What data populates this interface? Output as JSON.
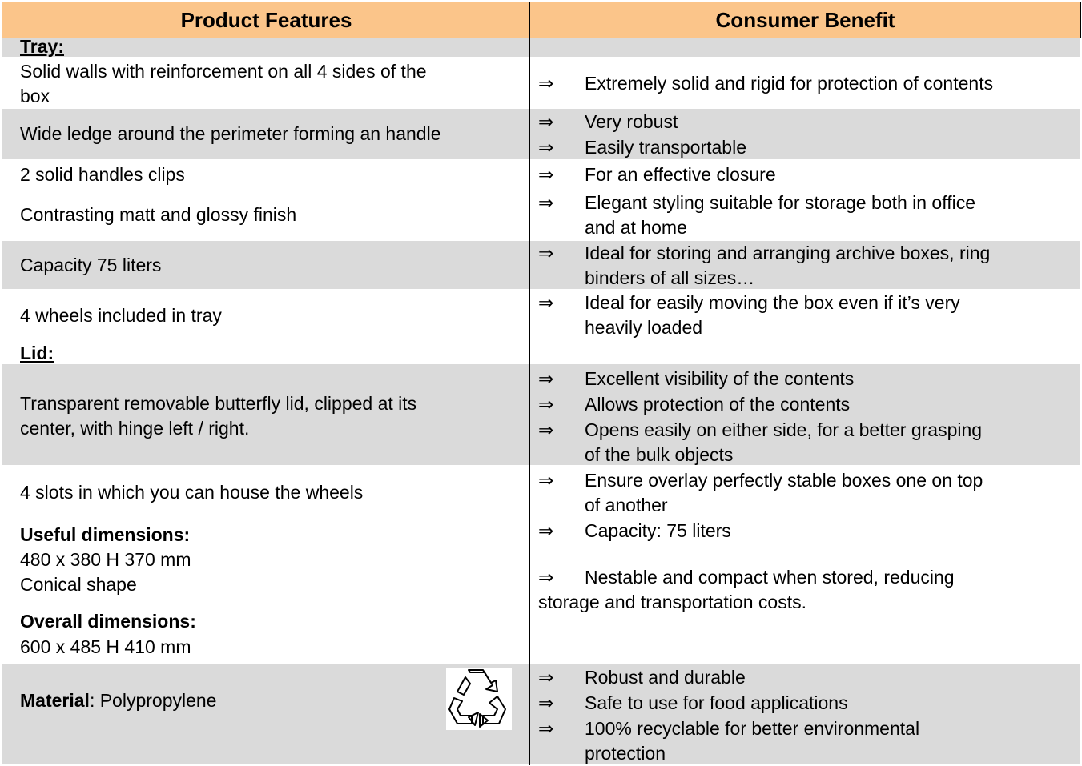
{
  "header": {
    "features": "Product Features",
    "benefit": "Consumer Benefit"
  },
  "bullet": "⇒",
  "features": {
    "tray_heading": "Tray:",
    "solid_walls_1": "Solid walls with reinforcement on all 4 sides of the",
    "solid_walls_2": "box",
    "wide_ledge": "Wide ledge around the perimeter forming an handle",
    "handles_clips": "2 solid handles clips",
    "finish": "Contrasting matt and glossy finish",
    "capacity": "Capacity 75 liters",
    "wheels": "4 wheels included in tray",
    "lid_heading": "Lid:",
    "lid_1": "Transparent removable butterfly lid, clipped at its",
    "lid_2": "center, with hinge left / right.",
    "slots": "4 slots in which you can house the wheels",
    "useful_dim_label": "Useful dimensions:",
    "useful_dim_value": "480 x 380 H 370 mm",
    "shape": "Conical shape",
    "overall_dim_label": "Overall dimensions:",
    "overall_dim_value": "600 x 485 H 410 mm",
    "material_label": "Material",
    "material_value": ": Polypropylene",
    "recycle_icon": "recycle-icon"
  },
  "benefits": {
    "solid_rigid": "Extremely solid and rigid for protection of contents",
    "very_robust": "Very robust",
    "transportable": "Easily transportable",
    "closure": "For an effective closure",
    "elegant_1": "Elegant styling suitable for storage both in office",
    "elegant_2": "and at home",
    "ideal_storing_1": "Ideal for storing and arranging archive boxes, ring",
    "ideal_storing_2": "binders of all sizes…",
    "ideal_moving_1": "Ideal for easily moving the box even if it’s very",
    "ideal_moving_2": "heavily loaded",
    "visibility": "Excellent visibility of the contents",
    "protection": "Allows protection of the contents",
    "opens_1": "Opens easily on either side, for a better grasping",
    "opens_2": "of the bulk objects",
    "overlay_1": "Ensure overlay perfectly stable boxes one on top",
    "overlay_2": "of another",
    "capacity": "Capacity: 75 liters",
    "nestable_1": "Nestable and compact when stored, reducing",
    "nestable_2": "storage and transportation costs.",
    "robust_durable": "Robust and durable",
    "food_safe": "Safe to use for food applications",
    "recyclable_1": "100% recyclable for better environmental",
    "recyclable_2": "protection"
  },
  "colors": {
    "header_bg": "#FBC58A",
    "row_gray": "#DADADA"
  }
}
